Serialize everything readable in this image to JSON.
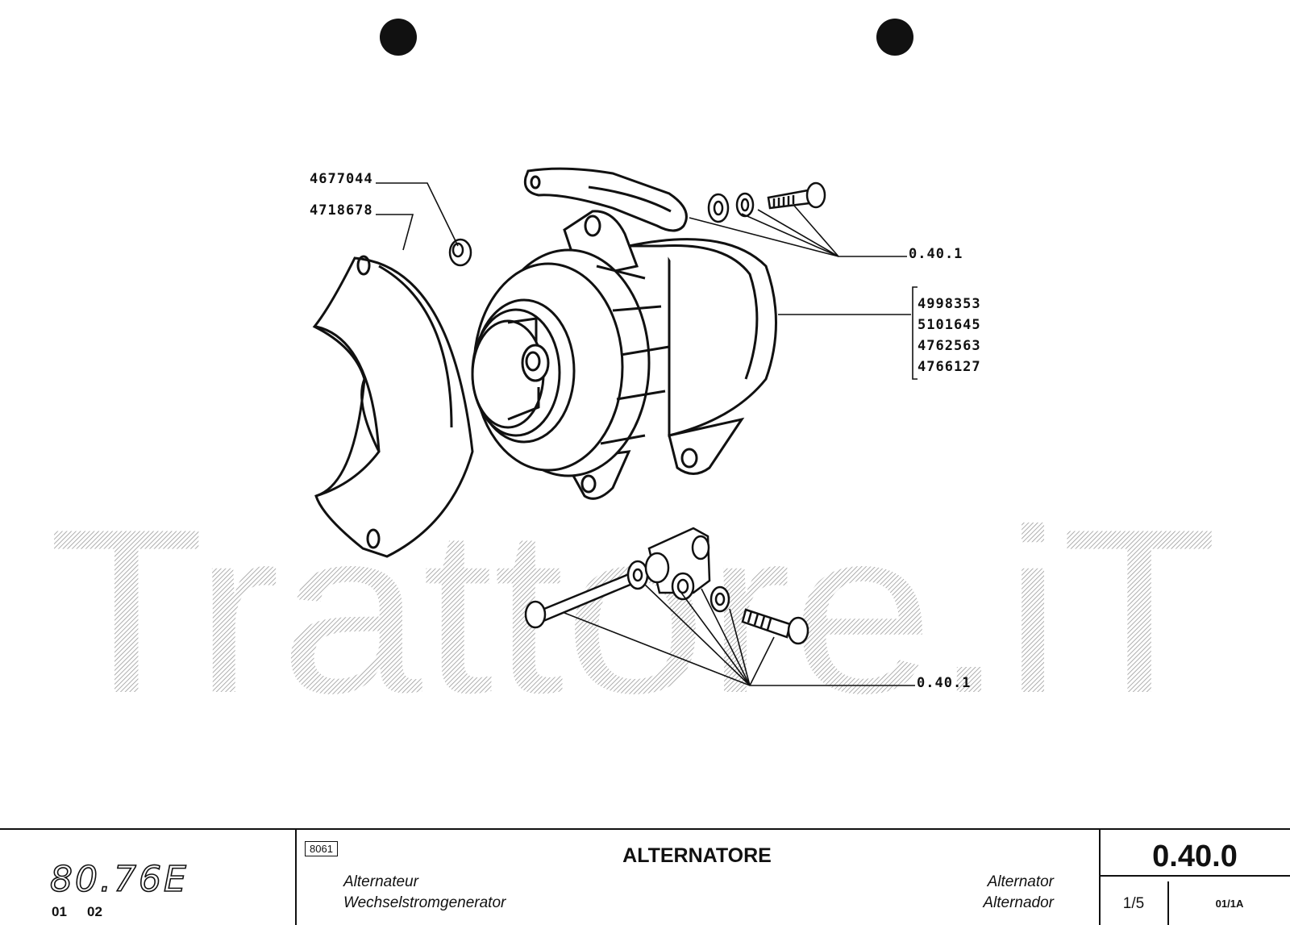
{
  "callouts": {
    "nut": "4677044",
    "cover": "4718678",
    "alternator_codes": [
      "4998353",
      "5101645",
      "4762563",
      "4766127"
    ],
    "bracket_ref": "0.40.1",
    "bolts_ref": "0.40.1"
  },
  "watermark": "Trattore.iT",
  "footer": {
    "model": "80.76E",
    "sub_left": "01",
    "sub_right": "02",
    "box_code": "8061",
    "title": "ALTERNATORE",
    "fr": "Alternateur",
    "de": "Wechselstromgenerator",
    "en": "Alternator",
    "es": "Alternador",
    "page_code": "0.40.0",
    "page": "1/5",
    "revision": "01/1A"
  }
}
